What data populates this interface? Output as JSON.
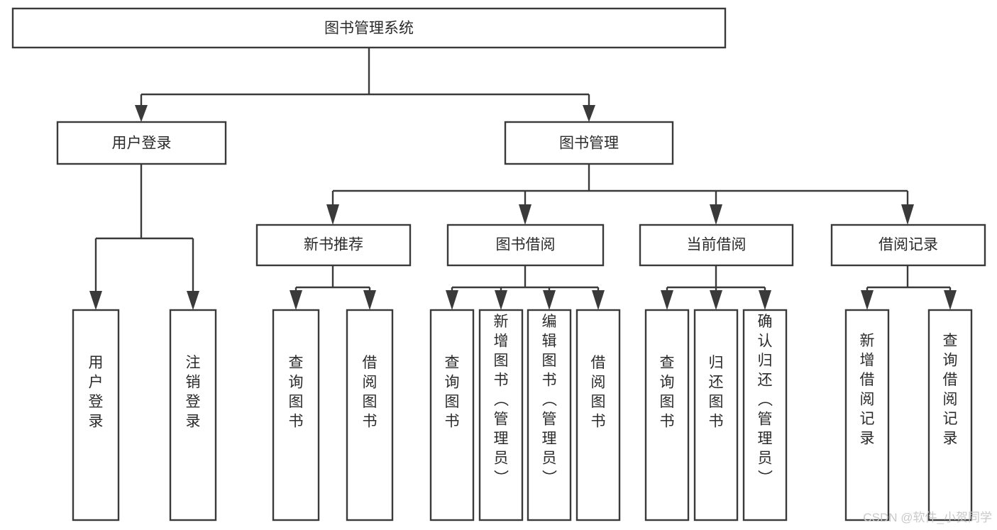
{
  "diagram": {
    "type": "tree-hierarchy",
    "title": "图书管理系统",
    "watermark": "CSDN @软件_小贺同学",
    "colors": {
      "stroke": "#3a3a3a",
      "fill": "#ffffff",
      "text": "#2b2b2b",
      "watermark": "#c9c9c9",
      "background": "#ffffff"
    },
    "levels": {
      "root": {
        "label": "图书管理系统",
        "orientation": "horizontal"
      },
      "level2": [
        {
          "label": "用户登录",
          "orientation": "horizontal"
        },
        {
          "label": "图书管理",
          "orientation": "horizontal"
        }
      ],
      "level3": [
        {
          "label": "新书推荐",
          "orientation": "horizontal",
          "parent": "图书管理"
        },
        {
          "label": "图书借阅",
          "orientation": "horizontal",
          "parent": "图书管理"
        },
        {
          "label": "当前借阅",
          "orientation": "horizontal",
          "parent": "图书管理"
        },
        {
          "label": "借阅记录",
          "orientation": "horizontal",
          "parent": "图书管理"
        }
      ],
      "leaves": [
        {
          "label": "用户登录",
          "orientation": "vertical",
          "parent": "用户登录"
        },
        {
          "label": "注销登录",
          "orientation": "vertical",
          "parent": "用户登录"
        },
        {
          "label": "查询图书",
          "orientation": "vertical",
          "parent": "新书推荐"
        },
        {
          "label": "借阅图书",
          "orientation": "vertical",
          "parent": "新书推荐"
        },
        {
          "label": "查询图书",
          "orientation": "vertical",
          "parent": "图书借阅"
        },
        {
          "label": "新增图书（管理员）",
          "orientation": "vertical",
          "parent": "图书借阅"
        },
        {
          "label": "编辑图书（管理员）",
          "orientation": "vertical",
          "parent": "图书借阅"
        },
        {
          "label": "借阅图书",
          "orientation": "vertical",
          "parent": "图书借阅"
        },
        {
          "label": "查询图书",
          "orientation": "vertical",
          "parent": "当前借阅"
        },
        {
          "label": "归还图书",
          "orientation": "vertical",
          "parent": "当前借阅"
        },
        {
          "label": "确认归还（管理员）",
          "orientation": "vertical",
          "parent": "当前借阅"
        },
        {
          "label": "新增借阅记录",
          "orientation": "vertical",
          "parent": "借阅记录"
        },
        {
          "label": "查询借阅记录",
          "orientation": "vertical",
          "parent": "借阅记录"
        }
      ]
    },
    "nodes": {
      "root": {
        "label": "图书管理系统"
      },
      "user_login": {
        "label": "用户登录"
      },
      "book_manage": {
        "label": "图书管理"
      },
      "new_book_rec": {
        "label": "新书推荐"
      },
      "book_borrow": {
        "label": "图书借阅"
      },
      "current_borrow": {
        "label": "当前借阅"
      },
      "borrow_record": {
        "label": "借阅记录"
      },
      "leaf_user_login": {
        "label": "用户登录"
      },
      "leaf_logout": {
        "label": "注销登录"
      },
      "leaf_query_book_1": {
        "label": "查询图书"
      },
      "leaf_borrow_book_1": {
        "label": "借阅图书"
      },
      "leaf_query_book_2": {
        "label": "查询图书"
      },
      "leaf_add_book": {
        "label": "新增图书（管理员）"
      },
      "leaf_edit_book": {
        "label": "编辑图书（管理员）"
      },
      "leaf_borrow_book_2": {
        "label": "借阅图书"
      },
      "leaf_query_book_3": {
        "label": "查询图书"
      },
      "leaf_return_book": {
        "label": "归还图书"
      },
      "leaf_confirm_return": {
        "label": "确认归还（管理员）"
      },
      "leaf_add_record": {
        "label": "新增借阅记录"
      },
      "leaf_query_record": {
        "label": "查询借阅记录"
      }
    }
  }
}
